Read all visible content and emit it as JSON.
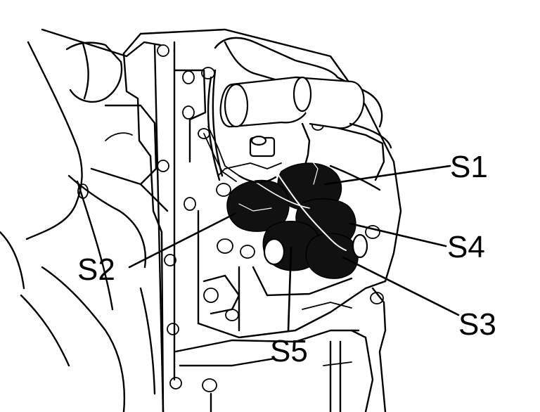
{
  "labels": {
    "s1": "S1",
    "s2": "S2",
    "s3": "S3",
    "s4": "S4",
    "s5": "S5"
  },
  "colors": {
    "ink": "#000000",
    "paper": "#ffffff"
  }
}
